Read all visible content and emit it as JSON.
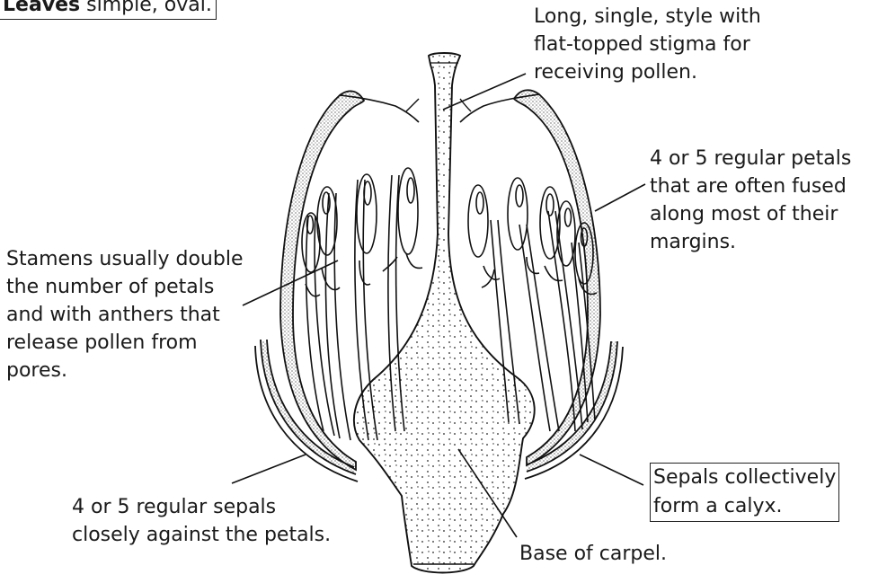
{
  "labels": {
    "leaves": {
      "bold": "Leaves",
      "text": " simple, oval."
    },
    "style": [
      "Long, single, style with",
      "flat-topped stigma for",
      "receiving pollen."
    ],
    "petals": [
      "4 or 5 regular petals",
      "that are often fused",
      "along most of their",
      "margins."
    ],
    "stamens": [
      "Stamens usually double",
      "the number of petals",
      "and with anthers that",
      "release pollen from",
      "pores."
    ],
    "sepals": [
      "4 or 5 regular sepals",
      "closely against the petals."
    ],
    "calyx": [
      "Sepals collectively",
      "form a calyx."
    ],
    "base": "Base of carpel."
  }
}
